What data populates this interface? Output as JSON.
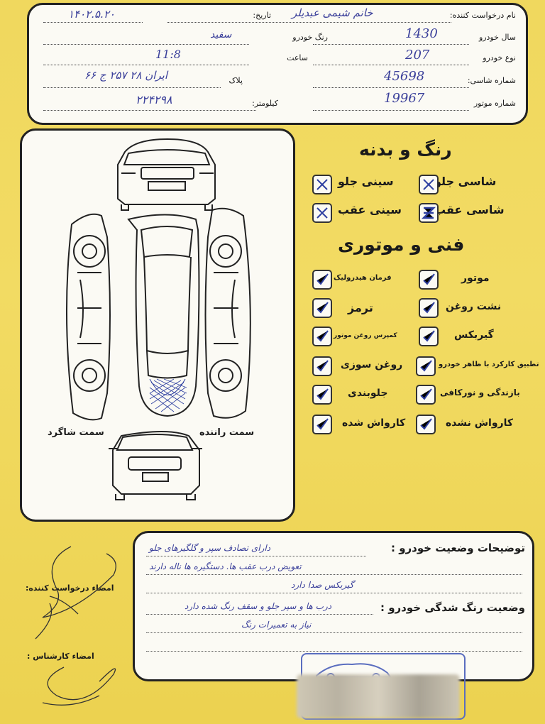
{
  "header": {
    "requester_label": "نام درخواست کننده:",
    "date_label": "تاریخ:",
    "date_value": "۱۴۰۲.۵.۲۰",
    "requester_value": "خانم شیمی عبدیلر",
    "year_label": "سال خودرو",
    "year_value": "1430",
    "color_label": "رنگ خودرو",
    "color_value": "سفید",
    "type_label": "نوع خودرو",
    "type_value": "207",
    "time_label": "ساعت",
    "time_value": "11:8",
    "chassis_label": "شماره شاسی:",
    "chassis_value": "45698",
    "plate_label": "پلاک",
    "plate_value": "ایران ۲۸ ۲۵۷ ج ۶۶",
    "engine_label": "شماره موتور",
    "engine_value": "19967",
    "km_label": "کیلومتر:",
    "km_value": "۲۲۴۲۹۸"
  },
  "diagram": {
    "driver_side": "سمت راننده",
    "passenger_side": "سمت شاگرد"
  },
  "body_section": {
    "title": "رنگ و بدنه",
    "items": [
      {
        "label": "شاسی جلو",
        "mark": "x"
      },
      {
        "label": "سینی جلو",
        "mark": "x"
      },
      {
        "label": "شاسی عقب",
        "mark": "z"
      },
      {
        "label": "سینی عقب",
        "mark": "x"
      }
    ]
  },
  "tech_section": {
    "title": "فنی و موتوری",
    "items": [
      {
        "label": "موتور",
        "mark": "check"
      },
      {
        "label": "فرمان هیدرولیک",
        "mark": "check"
      },
      {
        "label": "نشت روغن",
        "mark": "check"
      },
      {
        "label": "ترمز",
        "mark": "check"
      },
      {
        "label": "گیربکس",
        "mark": "check"
      },
      {
        "label": "کمپرس روغن موتور",
        "mark": "check"
      },
      {
        "label": "تطبیق کارکرد با ظاهر خودرو",
        "mark": "check"
      },
      {
        "label": "روغن سوزی",
        "mark": "check"
      },
      {
        "label": "بازندگی و نورکافی",
        "mark": "check"
      },
      {
        "label": "جلوبندی",
        "mark": "check"
      },
      {
        "label": "کارواش نشده",
        "mark": "check"
      },
      {
        "label": "کارواش شده",
        "mark": "check"
      }
    ]
  },
  "notes": {
    "condition_label": "توضیحات وضعیت خودرو :",
    "condition_lines": [
      "دارای تصادف سپر و گلگیرهای جلو",
      "تعویض درب عقب ها. دستگیره ها ناله دارند",
      "گیربکس صدا دارد"
    ],
    "paint_label": "وضعیت رنگ شدگی خودرو :",
    "paint_lines": [
      "درب ها و سپر جلو و سقف رنگ شده دارد",
      "نیاز به تعمیرات رنگ"
    ]
  },
  "signatures": {
    "requester_sig_label": "امضاء درخواست کننده:",
    "expert_sig_label": "امضاء کارشناس :"
  },
  "colors": {
    "paper": "#efd75a",
    "ink": "#3a3f9a",
    "border": "#222222"
  }
}
